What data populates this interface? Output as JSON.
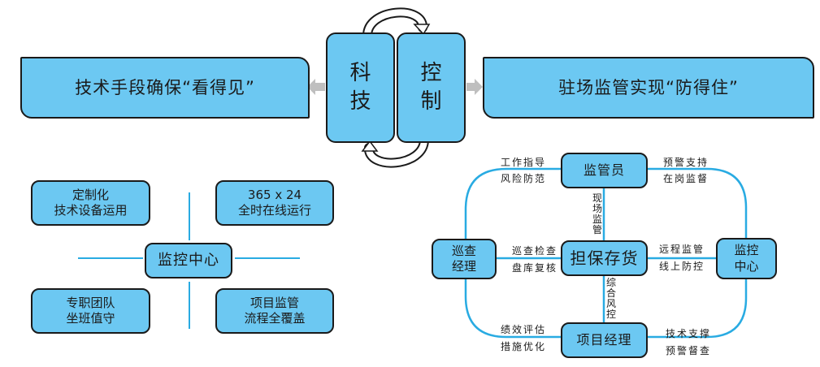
{
  "colors": {
    "box_fill": "#6cc8f2",
    "box_border": "#1a1a1a",
    "connector": "#29abe2",
    "arrow": "#bfbfbf"
  },
  "top": {
    "left_box": "技术手段确保“看得见”",
    "right_box": "驻场监管实现“防得住”",
    "center_left": [
      "科",
      "技"
    ],
    "center_right": [
      "控",
      "制"
    ],
    "icons": [
      "cycle-arrow-top-icon",
      "cycle-arrow-bottom-icon",
      "arrow-left-icon",
      "arrow-right-icon"
    ]
  },
  "left_panel": {
    "center": "监控中心",
    "top_left": [
      "定制化",
      "技术设备运用"
    ],
    "top_right": [
      "365 x 24",
      "全时在线运行"
    ],
    "bottom_left": [
      "专职团队",
      "坐班值守"
    ],
    "bottom_right": [
      "项目监管",
      "流程全覆盖"
    ]
  },
  "right_panel": {
    "center": "担保存货",
    "top": "监管员",
    "left": [
      "巡查",
      "经理"
    ],
    "right": [
      "监控",
      "中心"
    ],
    "bottom": "项目经理",
    "labels": {
      "top_left": [
        "工作指导",
        "风险防范"
      ],
      "top_right": [
        "预警支持",
        "在岗监督"
      ],
      "mid_left": [
        "巡查检查",
        "盘库复核"
      ],
      "mid_right": [
        "远程监管",
        "线上防控"
      ],
      "bottom_left": [
        "绩效评估",
        "措施优化"
      ],
      "bottom_right": [
        "技术支撑",
        "预警督查"
      ],
      "vertical_top": [
        "现",
        "场",
        "监",
        "管"
      ],
      "vertical_bottom": [
        "综",
        "合",
        "风",
        "控"
      ]
    }
  }
}
